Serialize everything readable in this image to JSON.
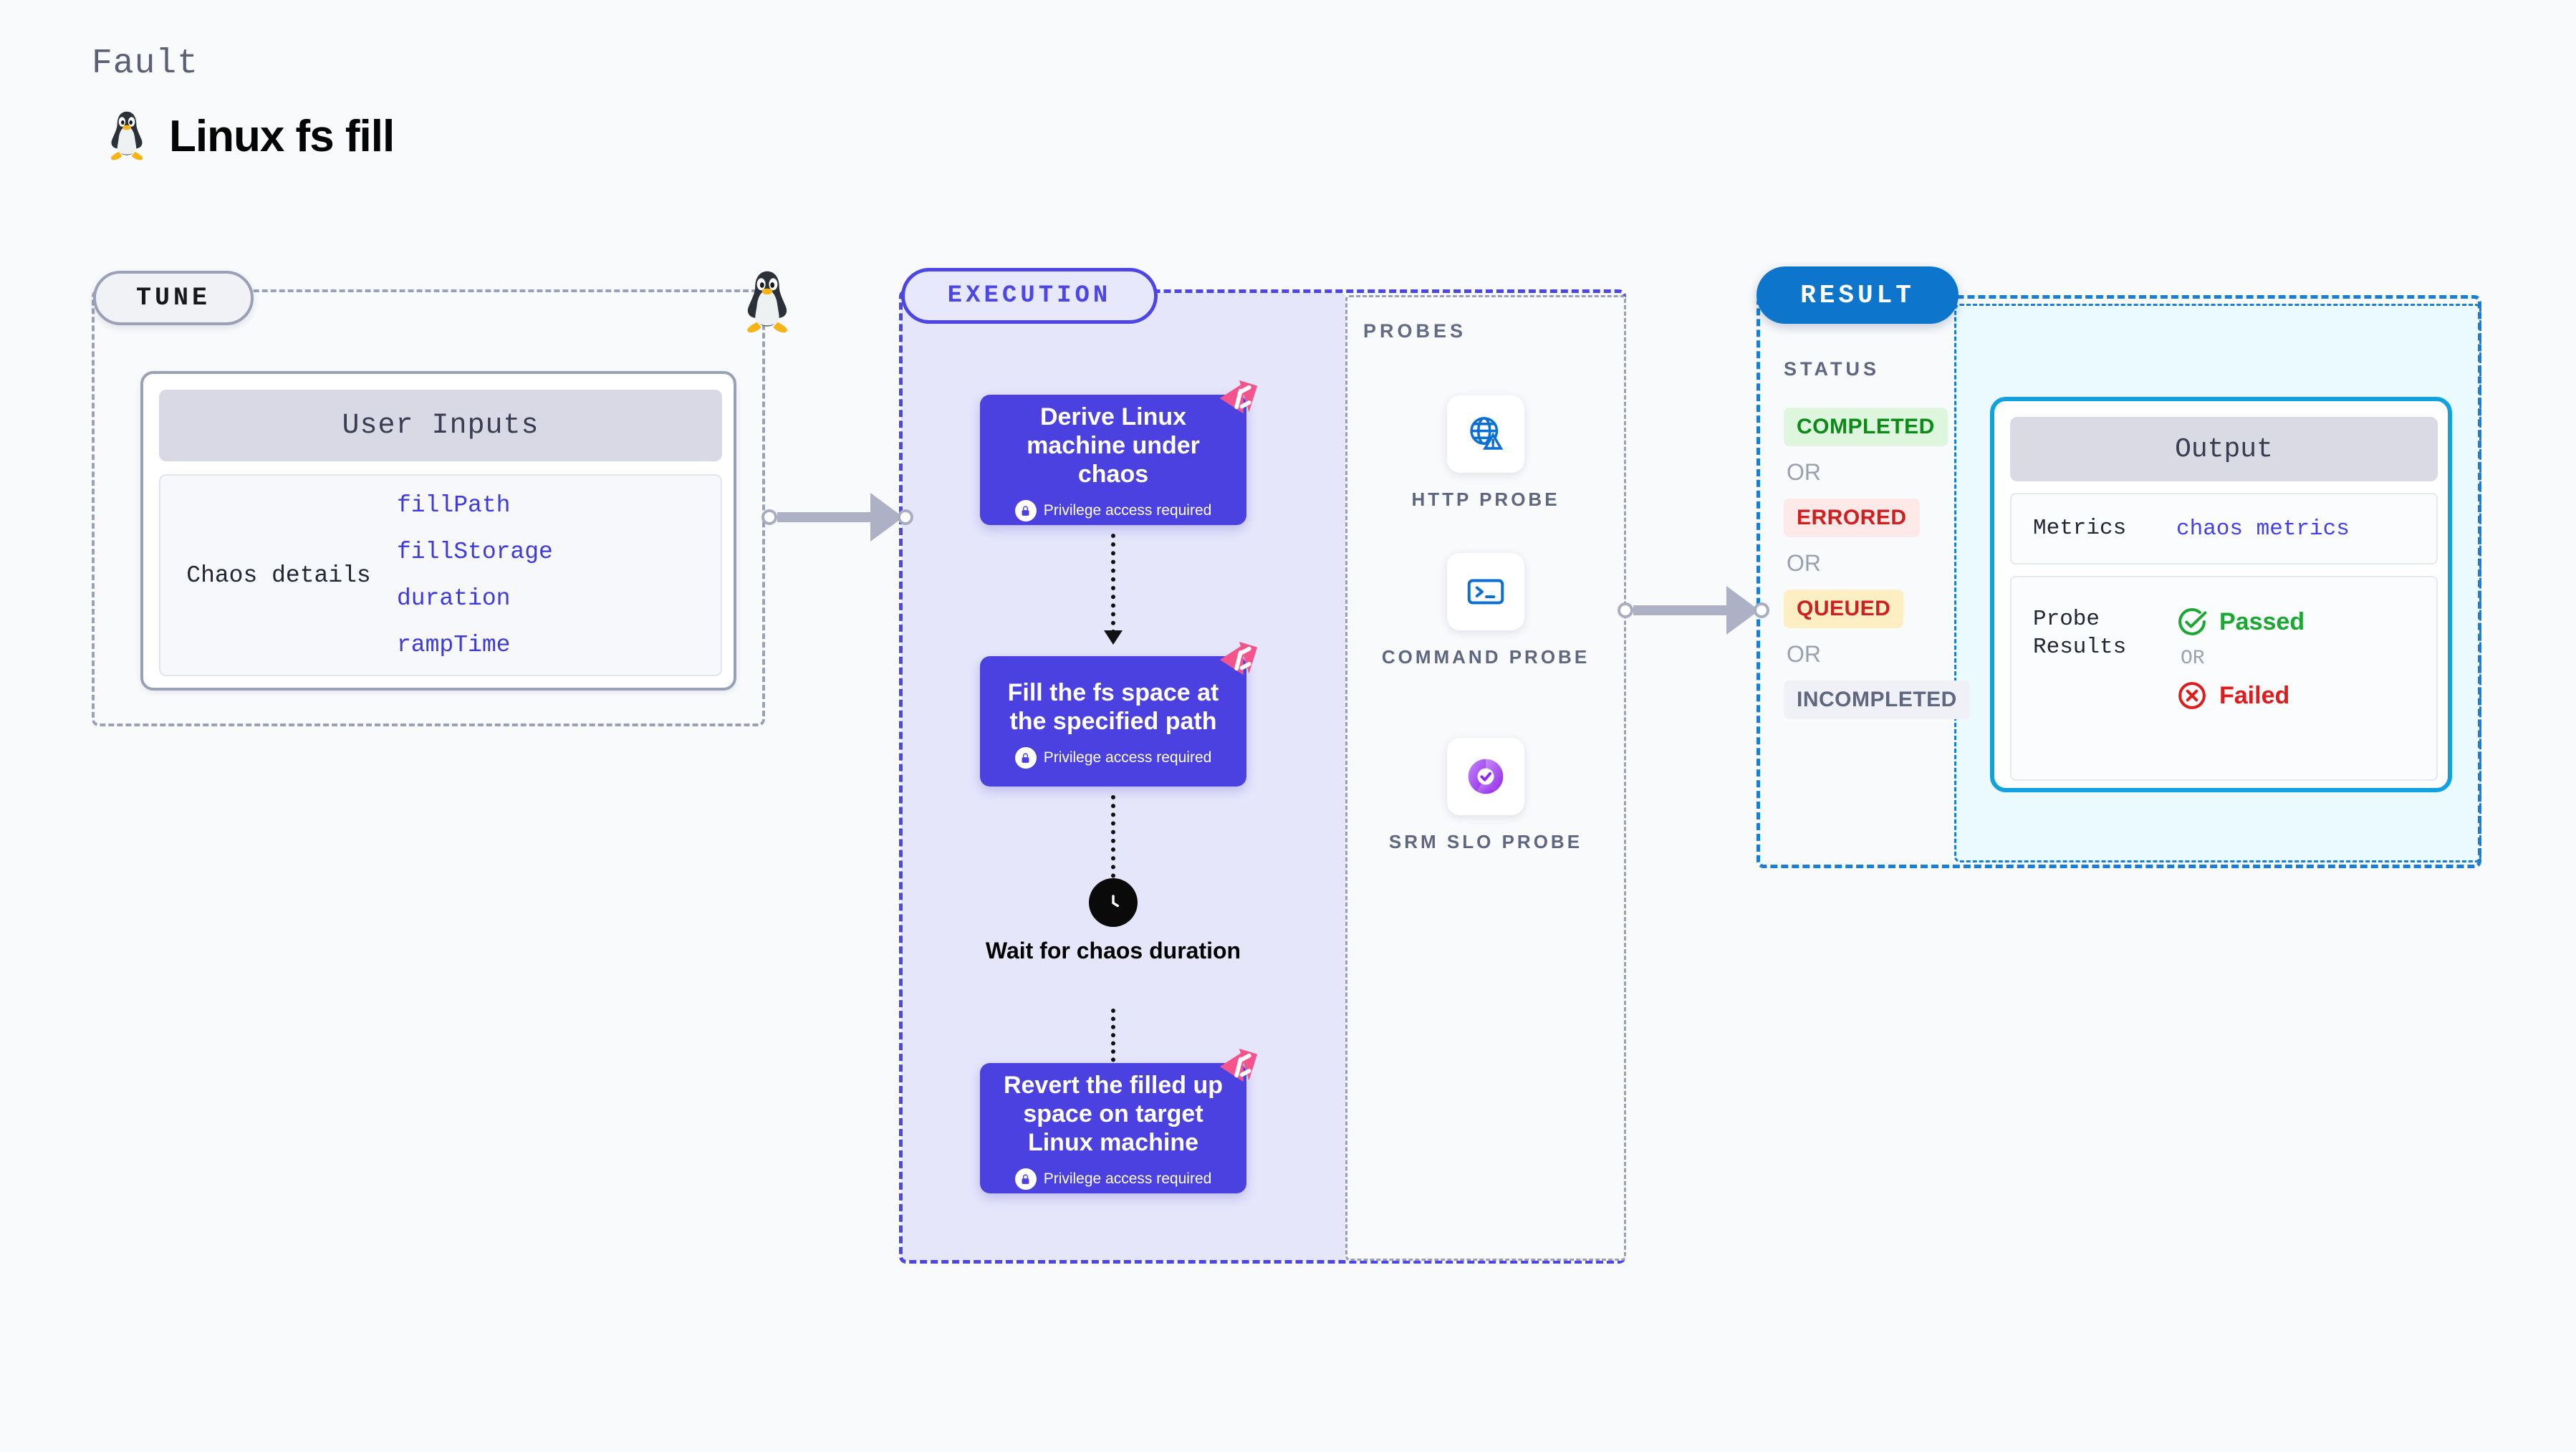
{
  "header": {
    "kicker": "Fault",
    "title": "Linux fs fill",
    "icon": "linux-penguin-icon"
  },
  "tune": {
    "pill_label": "TUNE",
    "user_inputs_header": "User Inputs",
    "chaos_details_label": "Chaos details",
    "params": [
      "fillPath",
      "fillStorage",
      "duration",
      "rampTime"
    ]
  },
  "execution": {
    "pill_label": "EXECUTION",
    "steps": [
      {
        "title": "Derive Linux machine under chaos",
        "privilege": "Privilege access required"
      },
      {
        "title": "Fill the fs space at the specified path",
        "privilege": "Privilege access required"
      },
      {
        "title": "Revert the filled up space on target Linux machine",
        "privilege": "Privilege access required"
      }
    ],
    "wait": {
      "label": "Wait for chaos duration",
      "icon": "clock-icon"
    }
  },
  "probes": {
    "title": "PROBES",
    "items": [
      {
        "label": "HTTP PROBE",
        "icon": "globe-warning-icon"
      },
      {
        "label": "COMMAND PROBE",
        "icon": "terminal-icon"
      },
      {
        "label": "SRM SLO PROBE",
        "icon": "srm-slo-donut-icon"
      }
    ]
  },
  "result": {
    "pill_label": "RESULT",
    "status_title": "STATUS",
    "or_label": "OR",
    "statuses": [
      {
        "label": "COMPLETED",
        "bg": "#ddf6dd",
        "fg": "#0a8a16"
      },
      {
        "label": "ERRORED",
        "bg": "#fde9e7",
        "fg": "#cf2020"
      },
      {
        "label": "QUEUED",
        "bg": "#fdeec3",
        "fg": "#cf2020"
      },
      {
        "label": "INCOMPLETED",
        "bg": "#f0f1f6",
        "fg": "#5e6680"
      }
    ],
    "output": {
      "header": "Output",
      "metrics_key": "Metrics",
      "metrics_value": "chaos metrics",
      "probe_results_key": "Probe Results",
      "passed_label": "Passed",
      "failed_label": "Failed",
      "or_label": "OR"
    }
  },
  "colors": {
    "purple": "#4b41e0",
    "blue": "#0d76cc",
    "pink": "#f4548c",
    "grey": "#9aa0b5"
  }
}
